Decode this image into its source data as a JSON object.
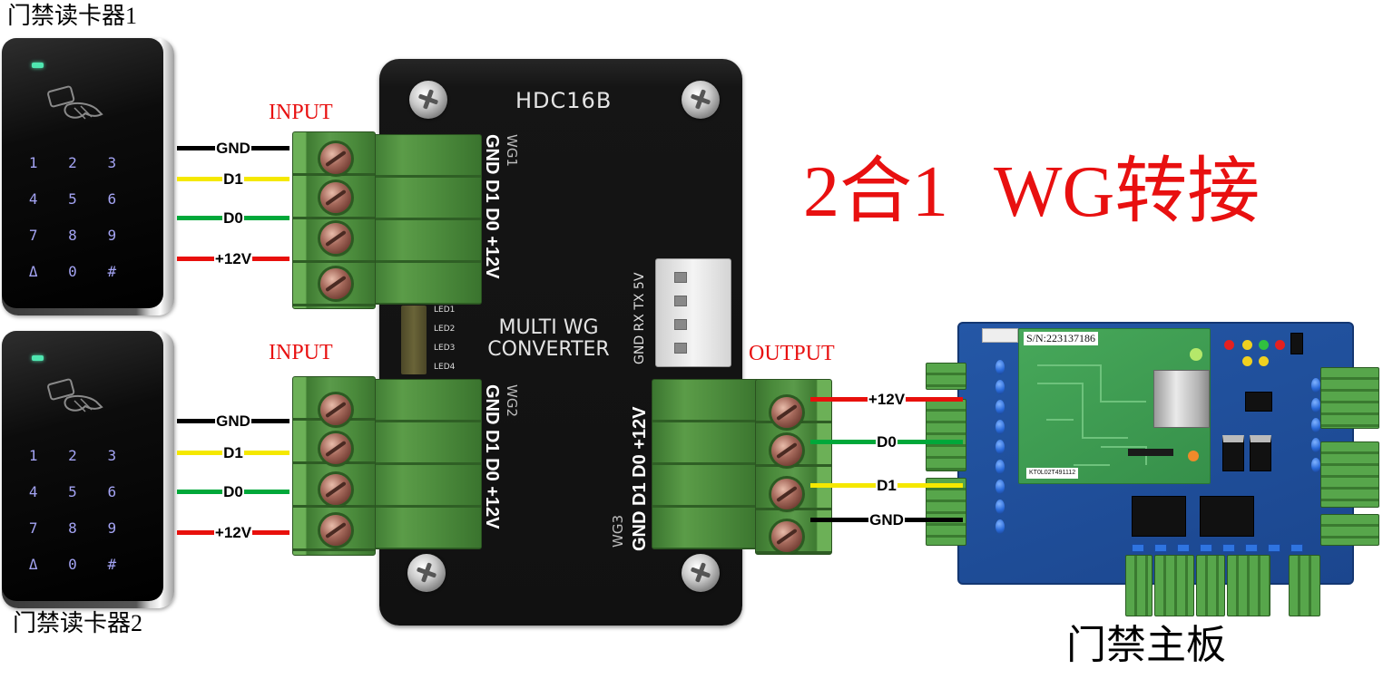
{
  "readers": [
    {
      "label": "门禁读卡器1",
      "icon": "card-tap-icon",
      "keys": [
        "1",
        "2",
        "3",
        "4",
        "5",
        "6",
        "7",
        "8",
        "9",
        "Δ",
        "0",
        "#"
      ]
    },
    {
      "label": "门禁读卡器2",
      "icon": "card-tap-icon",
      "keys": [
        "1",
        "2",
        "3",
        "4",
        "5",
        "6",
        "7",
        "8",
        "9",
        "Δ",
        "0",
        "#"
      ]
    }
  ],
  "inputs": [
    {
      "label": "INPUT",
      "wires": [
        {
          "label": "GND",
          "color": "#000000"
        },
        {
          "label": "D1",
          "color": "#f5e800"
        },
        {
          "label": "D0",
          "color": "#00a83a"
        },
        {
          "label": "+12V",
          "color": "#e8100c"
        }
      ]
    },
    {
      "label": "INPUT",
      "wires": [
        {
          "label": "GND",
          "color": "#000000"
        },
        {
          "label": "D1",
          "color": "#f5e800"
        },
        {
          "label": "D0",
          "color": "#00a83a"
        },
        {
          "label": "+12V",
          "color": "#e8100c"
        }
      ]
    }
  ],
  "converter": {
    "model": "HDC16B",
    "title": [
      "MULTI WG",
      "CONVERTER"
    ],
    "leds": [
      "LED1",
      "LED2",
      "LED3",
      "LED4"
    ],
    "ports": [
      {
        "name": "WG1",
        "pins": "GND D1 D0 +12V"
      },
      {
        "name": "WG2",
        "pins": "GND D1 D0 +12V"
      },
      {
        "name": "WG3",
        "pins": "GND D1 D0 +12V"
      }
    ],
    "uart": "GND RX TX 5V"
  },
  "output": {
    "label": "OUTPUT",
    "wires": [
      {
        "label": "+12V",
        "color": "#e8100c"
      },
      {
        "label": "D0",
        "color": "#00a83a"
      },
      {
        "label": "D1",
        "color": "#f5e800"
      },
      {
        "label": "GND",
        "color": "#000000"
      }
    ]
  },
  "headline": "2合1 WG转接",
  "board": {
    "label": "门禁主板",
    "serial": "S/N:223137186",
    "code": "KT0L02T491112"
  },
  "colors": {
    "accent_red": "#e81010",
    "terminal_green": "#4f8f3e",
    "pcb_blue": "#1f4f9a",
    "device_black": "#141414"
  }
}
